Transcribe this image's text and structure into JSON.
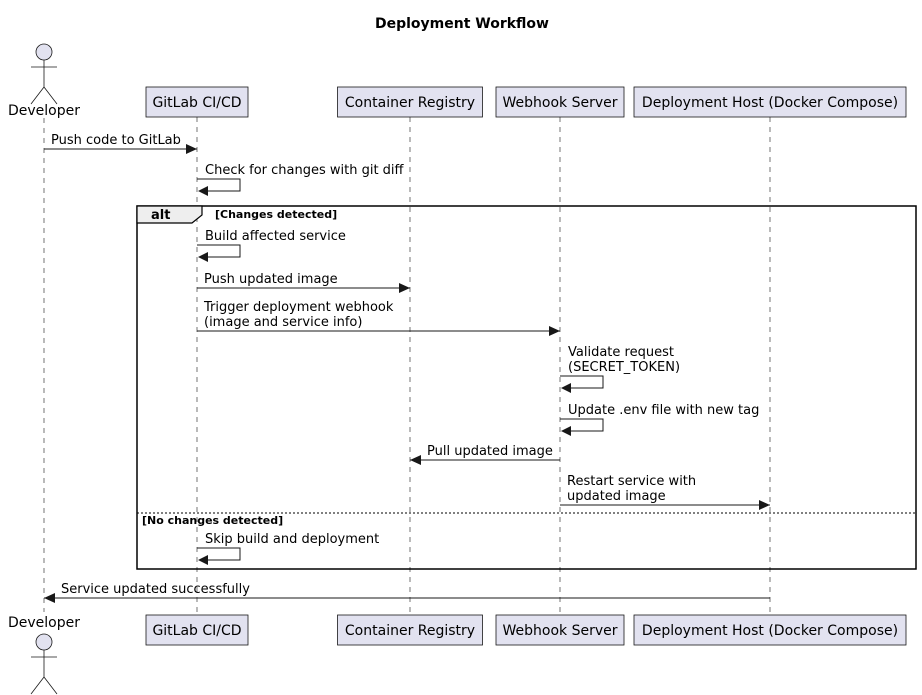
{
  "title": "Deployment Workflow",
  "participants": [
    {
      "id": "dev",
      "label": "Developer",
      "kind": "actor"
    },
    {
      "id": "gitlab",
      "label": "GitLab CI/CD",
      "kind": "participant"
    },
    {
      "id": "registry",
      "label": "Container Registry",
      "kind": "participant"
    },
    {
      "id": "webhook",
      "label": "Webhook Server",
      "kind": "participant"
    },
    {
      "id": "host",
      "label": "Deployment Host (Docker Compose)",
      "kind": "participant"
    }
  ],
  "messages": [
    {
      "from": "dev",
      "to": "gitlab",
      "lines": [
        "Push code to GitLab"
      ]
    },
    {
      "from": "gitlab",
      "to": "gitlab",
      "lines": [
        "Check for changes with git diff"
      ]
    },
    {
      "from": "gitlab",
      "to": "gitlab",
      "lines": [
        "Build affected service"
      ]
    },
    {
      "from": "gitlab",
      "to": "registry",
      "lines": [
        "Push updated image"
      ]
    },
    {
      "from": "gitlab",
      "to": "webhook",
      "lines": [
        "Trigger deployment webhook",
        "(image and service info)"
      ]
    },
    {
      "from": "webhook",
      "to": "webhook",
      "lines": [
        "Validate request",
        "(SECRET_TOKEN)"
      ]
    },
    {
      "from": "webhook",
      "to": "webhook",
      "lines": [
        "Update .env file with new tag"
      ]
    },
    {
      "from": "webhook",
      "to": "registry",
      "lines": [
        "Pull updated image"
      ]
    },
    {
      "from": "webhook",
      "to": "host",
      "lines": [
        "Restart service with",
        "updated image"
      ]
    },
    {
      "from": "gitlab",
      "to": "gitlab",
      "lines": [
        "Skip build and deployment"
      ]
    },
    {
      "from": "host",
      "to": "dev",
      "lines": [
        "Service updated successfully"
      ]
    }
  ],
  "fragment": {
    "keyword": "alt",
    "guards": [
      "[Changes detected]",
      "[No changes detected]"
    ]
  }
}
